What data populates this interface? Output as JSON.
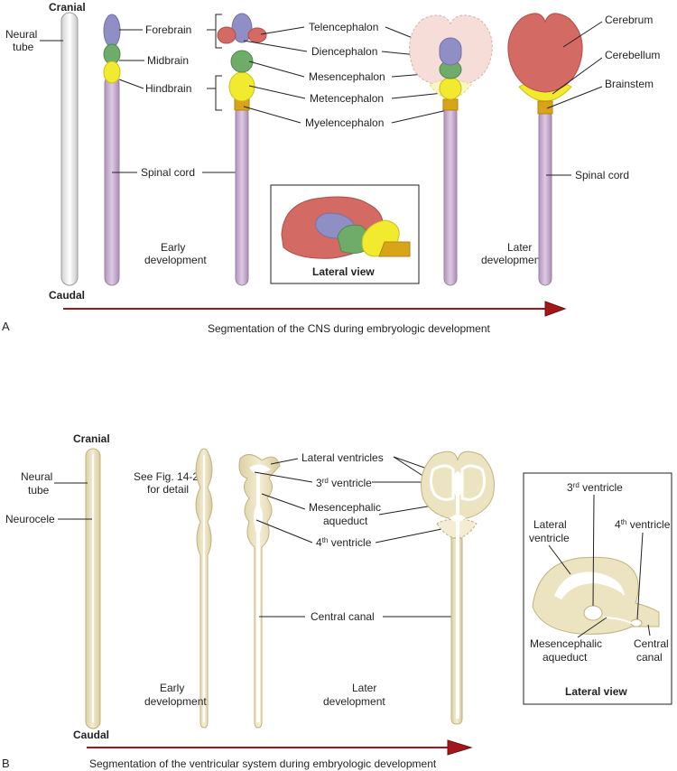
{
  "panel_a": {
    "panel_letter": "A",
    "cranial": "Cranial",
    "caudal": "Caudal",
    "neural_tube": [
      "Neural",
      "tube"
    ],
    "forebrain": "Forebrain",
    "midbrain": "Midbrain",
    "hindbrain": "Hindbrain",
    "telencephalon": "Telencephalon",
    "diencephalon": "Diencephalon",
    "mesencephalon": "Mesencephalon",
    "metencephalon": "Metencephalon",
    "myelencephalon": "Myelencephalon",
    "cerebrum": "Cerebrum",
    "cerebellum": "Cerebellum",
    "brainstem": "Brainstem",
    "spinal_cord_left": "Spinal cord",
    "spinal_cord_right": "Spinal cord",
    "early_development": [
      "Early",
      "development"
    ],
    "later_development": [
      "Later",
      "development"
    ],
    "inset_title": "Lateral view",
    "caption": "Segmentation of the CNS during embryologic development"
  },
  "panel_b": {
    "panel_letter": "B",
    "cranial": "Cranial",
    "caudal": "Caudal",
    "neural_tube": [
      "Neural",
      "tube"
    ],
    "neurocele": "Neurocele",
    "see_fig": [
      "See Fig. 14-2A",
      "for detail"
    ],
    "lateral_ventricles": "Lateral ventricles",
    "third_ventricle_sup": "rd",
    "third_ventricle_num": "3",
    "third_ventricle_text": " ventricle",
    "mesencephalic_aqueduct": [
      "Mesencephalic",
      "aqueduct"
    ],
    "fourth_ventricle_num": "4",
    "fourth_ventricle_sup": "th",
    "fourth_ventricle_text": " ventricle",
    "central_canal": "Central canal",
    "early_development": [
      "Early",
      "development"
    ],
    "later_development": [
      "Later",
      "development"
    ],
    "inset_third_num": "3",
    "inset_third_sup": "rd",
    "inset_third_text": " ventricle",
    "inset_lateral_ventricle": [
      "Lateral",
      "ventricle"
    ],
    "inset_fourth_num": "4",
    "inset_fourth_sup": "th",
    "inset_fourth_text": " ventricle",
    "inset_mesencephalic_aqueduct": [
      "Mesencephalic",
      "aqueduct"
    ],
    "inset_central_canal": [
      "Central",
      "canal"
    ],
    "inset_title": "Lateral view",
    "caption": "Segmentation of the ventricular system during embryologic development"
  },
  "colors": {
    "forebrain": "#8f8fc6",
    "telencephalon": "#d46a64",
    "midbrain": "#6fac6a",
    "hindbrain": "#f2ea2e",
    "myelencephalon": "#d8a41a",
    "spinal_cord": "#c6a8cf",
    "neural_tube": "#f2f2f2",
    "ventricular_tissue": "#ece3c0",
    "arrow": "#a5161b"
  }
}
